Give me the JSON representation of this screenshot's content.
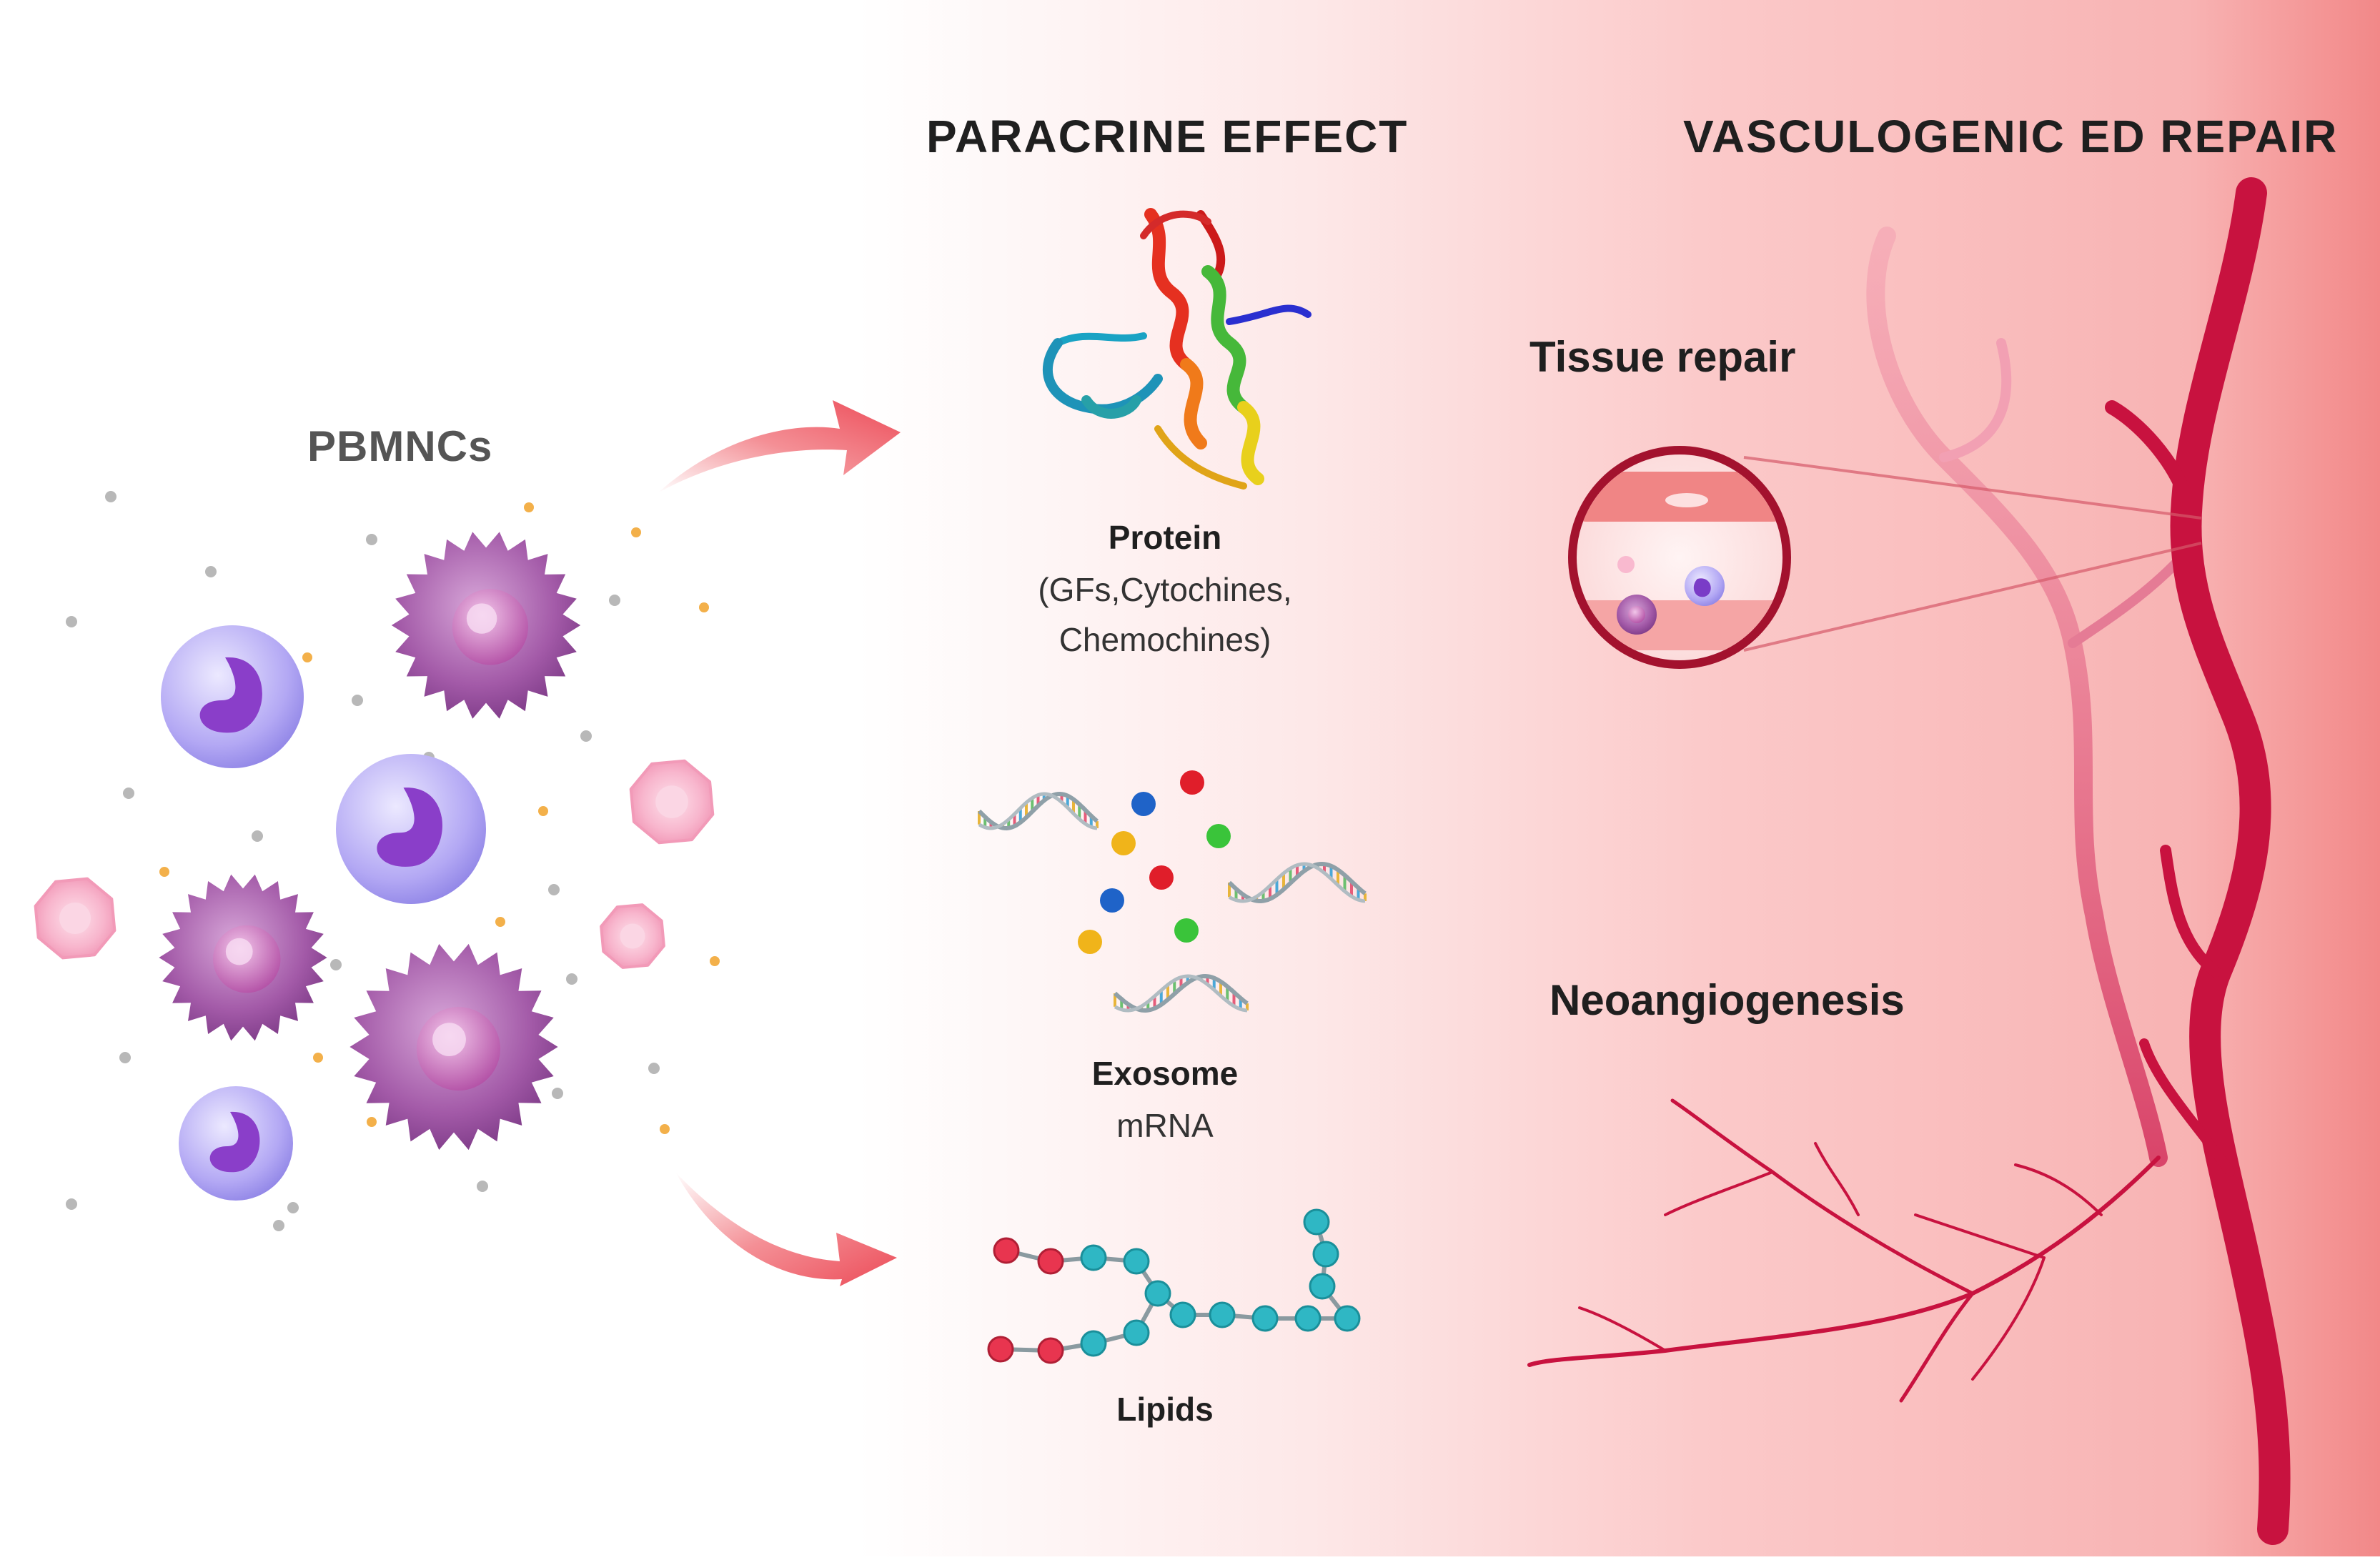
{
  "headers": {
    "paracrine": "PARACRINE EFFECT",
    "vasculogenic": "VASCULOGENIC ED REPAIR"
  },
  "cells": {
    "label": "PBMNCs"
  },
  "protein": {
    "name": "Protein",
    "detail_line1": "(GFs,Cytochines,",
    "detail_line2": "Chemochines)"
  },
  "exosome": {
    "name": "Exosome",
    "detail": "mRNA"
  },
  "lipids": {
    "name": "Lipids"
  },
  "repair": {
    "tissue": "Tissue repair",
    "neo": "Neoangiogenesis"
  },
  "colors": {
    "vessel": "#c8123f",
    "vessel_light": "#e4607e",
    "background_pink": "#f8b8b8",
    "arrow": "#ef5f68",
    "monocyte": "#a35aa8",
    "lymphocyte": "#a496f0",
    "platelet": "#f7a6c1",
    "lipid_head": "#e8354f",
    "lipid_tail": "#2fb7c4"
  }
}
